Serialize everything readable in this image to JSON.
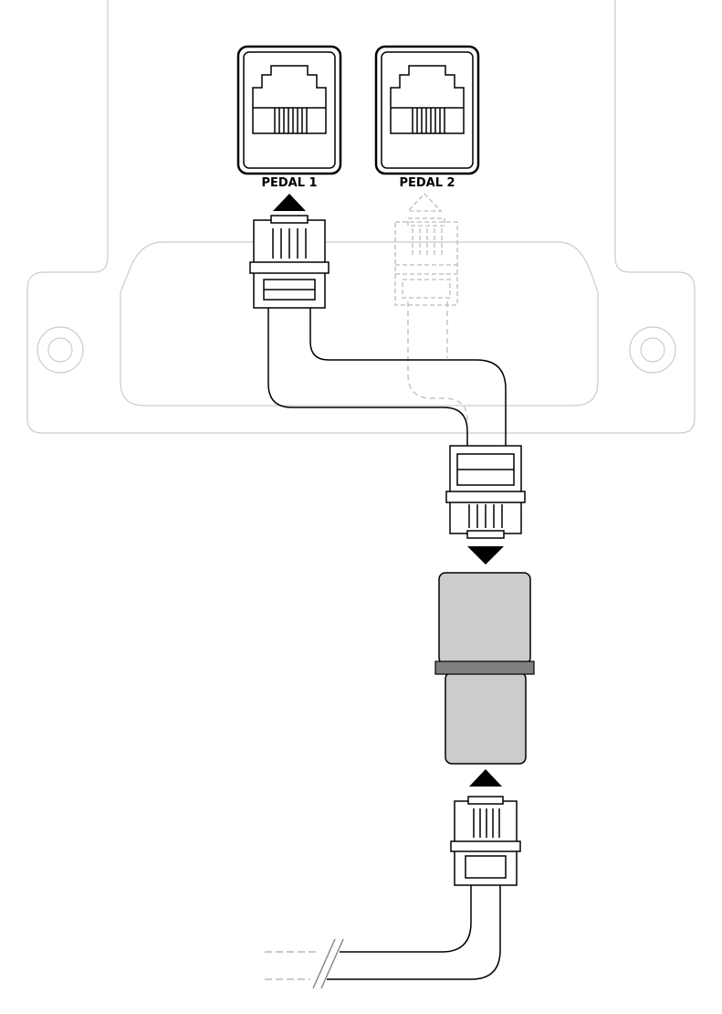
{
  "ports": [
    {
      "label": "PEDAL 1",
      "state": "connected"
    },
    {
      "label": "PEDAL 2",
      "state": "alternate"
    }
  ],
  "colors": {
    "line": "#000000",
    "panel_outline": "#cccccc",
    "ghost_outline": "#bbbbbb",
    "coupler_body": "#cccccc",
    "coupler_ring": "#808080"
  },
  "icons": [
    "rj-jack-icon",
    "rj-plug-icon",
    "arrow-up-icon",
    "arrow-down-icon",
    "inline-coupler-icon",
    "cable-break-icon"
  ]
}
